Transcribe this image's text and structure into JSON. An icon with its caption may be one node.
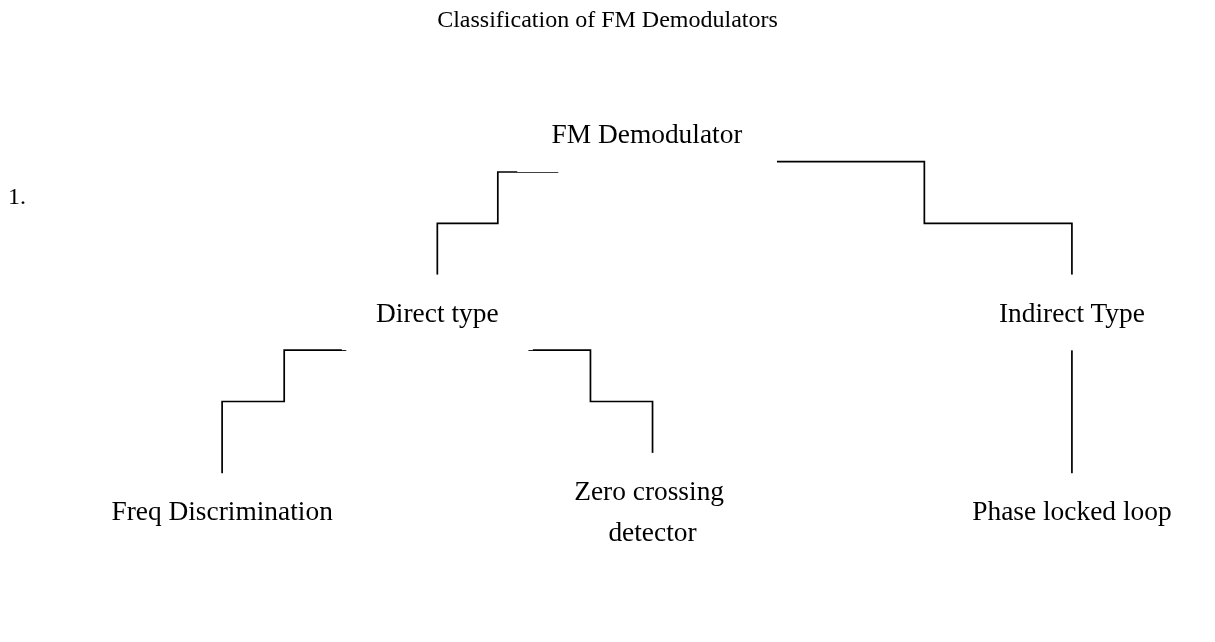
{
  "diagram": {
    "title": "Classification of FM Demodulators",
    "nodes": [
      {
        "text": [
          "FM Demodulator"
        ]
      },
      {
        "text": [
          "Direct type"
        ]
      },
      {
        "text": [
          "Indirect Type"
        ]
      },
      {
        "text": [
          "Freq Discrimination"
        ]
      },
      {
        "text": [
          "Zero crossing detector"
        ]
      },
      {
        "text": [
          "Phase locked loop"
        ]
      }
    ],
    "edges": [
      {
        "from": 0,
        "to": 1,
        "arrow": "none"
      },
      {
        "from": 0,
        "to": 2,
        "arrow": "none"
      },
      {
        "from": 1,
        "to": 3,
        "arrow": "none"
      },
      {
        "from": 1,
        "to": 4,
        "arrow": "none"
      },
      {
        "from": 2,
        "to": 5,
        "arrow": "none"
      }
    ],
    "labels": [
      "1."
    ]
  }
}
